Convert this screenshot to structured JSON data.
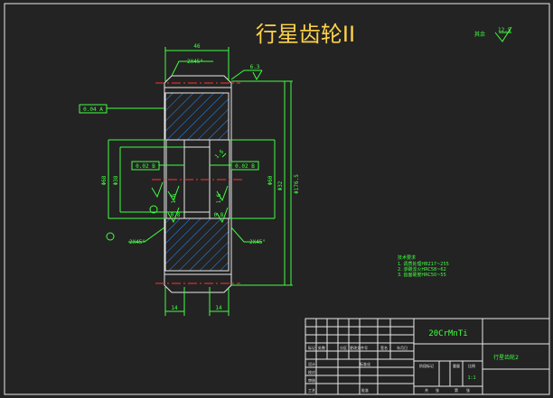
{
  "drawing": {
    "title": "行星齿轮II",
    "roughness_symbol_value": "12.5",
    "roughness_prefix": "其余",
    "material": "20CrMnTi",
    "part_name": "行星齿轮2",
    "scale": "1:1"
  },
  "dimensions": {
    "top_width": "46",
    "chamfer_top": "2X45°",
    "roughness_top": "6.3",
    "left_callout": "0.04 A",
    "left_tol_a": "0.02 B",
    "right_tol_a": "0.02 B",
    "dia_outer_left": "Φ68",
    "dia_small_left": "Φ38",
    "dia_outer_right": "Φ60",
    "dia_right_2": "Φ32",
    "dia_big": "Φ176.5",
    "rough_l1": "1.6",
    "rough_l2": "0.8",
    "rough_r1": "1.6",
    "rough_r2": "0.8",
    "rough_small": "1.6",
    "chamfer_left": "2X45°",
    "chamfer_right": "2X45°",
    "bottom_left": "14",
    "bottom_right": "14"
  },
  "notes": {
    "header": "技术要求",
    "lines": [
      "1. 调质处理HB217~255",
      "2. 渗碳淬火HRC58~62",
      "3. 齿面硬度HRC50~55"
    ]
  },
  "titleblock": {
    "row_labels": [
      "标记",
      "设计",
      "校对",
      "审核",
      "工艺"
    ],
    "col_labels": [
      "处数",
      "分区",
      "更改文件号",
      "签名",
      "年月日"
    ],
    "bottom": [
      "共",
      "张",
      "第",
      "张"
    ],
    "mid_labels": [
      "阶段标记",
      "重量",
      "比例"
    ],
    "std": "标准化",
    "approve": "批准"
  }
}
